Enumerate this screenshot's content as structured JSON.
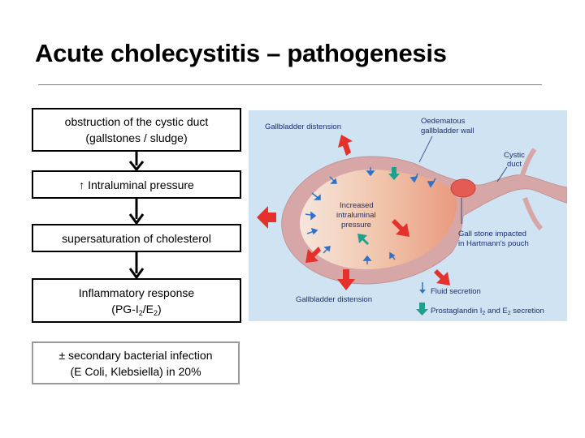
{
  "title": "Acute cholecystitis – pathogenesis",
  "flow": {
    "step1": {
      "line1": "obstruction of the cystic duct",
      "line2": "(gallstones / sludge)"
    },
    "step2": {
      "text": "↑ Intraluminal pressure"
    },
    "step3": {
      "text": "supersaturation of cholesterol"
    },
    "step4": {
      "line1": "Inflammatory response",
      "pg_pre": "(PG-I",
      "sub1": "2",
      "pg_mid": "/E",
      "sub2": "2",
      "pg_post": ")"
    },
    "step5": {
      "line1": "± secondary bacterial infection",
      "line2": "(E Coli, Klebsiella) in 20%"
    }
  },
  "figure": {
    "labels": {
      "distension_top": "Gallbladder distension",
      "wall_1": "Oedematous",
      "wall_2": "gallbladder wall",
      "duct_1": "Cystic",
      "duct_2": "duct",
      "pressure_1": "Increased",
      "pressure_2": "intraluminal",
      "pressure_3": "pressure",
      "stone_1": "Gall stone impacted",
      "stone_2": "in Hartmann's pouch",
      "distension_bottom": "Gallbladder distension",
      "legend_fluid": "Fluid secretion",
      "legend_pg_pre": "Prostaglandin I",
      "legend_pg_sub1": "2",
      "legend_pg_mid": " and E",
      "legend_pg_sub2": "2",
      "legend_pg_post": " secretion"
    },
    "colors": {
      "background": "#cfe3f3",
      "wall": "#d7a7a7",
      "lumen": "#f2c9b0",
      "stone": "#e35b52",
      "red_arrow": "#e5312b",
      "blue_arrow": "#2f72c7",
      "teal_arrow": "#1f9f8e",
      "label": "#1a2f72"
    }
  }
}
